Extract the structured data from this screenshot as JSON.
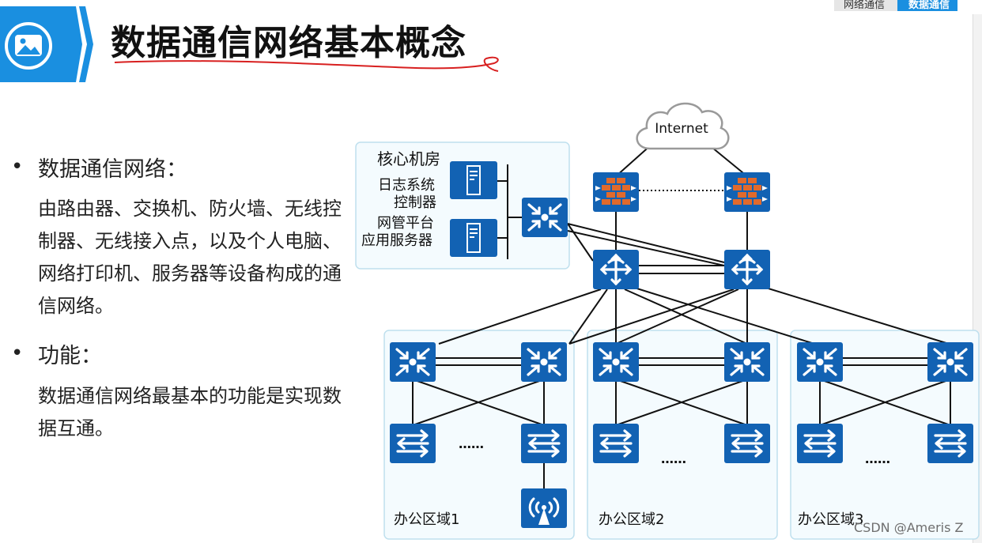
{
  "header": {
    "title": "数据通信网络基本概念",
    "icon": "picture-icon",
    "badge_color": "#1a8fe0"
  },
  "breadcrumb": {
    "items": [
      "网络通信",
      "数据通信"
    ]
  },
  "content": {
    "bullets": [
      {
        "heading": "数据通信网络：",
        "text": "由路由器、交换机、防火墙、无线控制器、无线接入点，以及个人电脑、网络打印机、服务器等设备构成的通信网络。"
      },
      {
        "heading": "功能：",
        "text": "数据通信网络最基本的功能是实现数据互通。"
      }
    ]
  },
  "diagram": {
    "cloud_label": "Internet",
    "core_room": {
      "label": "核心机房",
      "servers": [
        {
          "label_line1": "日志系统",
          "label_line2": "控制器"
        },
        {
          "label_line1": "网管平台",
          "label_line2": "应用服务器"
        }
      ]
    },
    "zones": [
      {
        "label": "办公区域1",
        "ellipsis": "……"
      },
      {
        "label": "办公区域2",
        "ellipsis": "……"
      },
      {
        "label": "办公区域3",
        "ellipsis": "……"
      }
    ],
    "colors": {
      "device": "#1262b3",
      "firewall": "#e06a2c",
      "zone_border": "#bfe0ee",
      "zone_fill": "#f4fbfe"
    }
  },
  "watermark": "CSDN @Ameris Z"
}
